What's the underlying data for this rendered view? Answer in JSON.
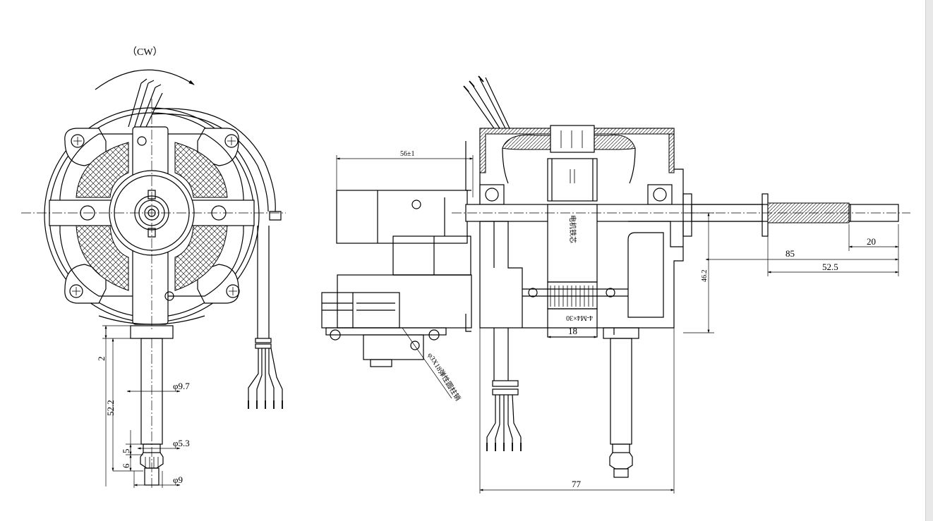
{
  "front_view": {
    "rotation_label": "（CW）",
    "dim_2": "2",
    "dim_52_2": "52.2",
    "dim_phi_9_7": "φ9.7",
    "dim_5": "5",
    "dim_6": "6",
    "dim_phi_5_3": "φ5.3",
    "dim_phi_9": "φ9"
  },
  "side_view": {
    "dim_56": "56±1",
    "dim_20": "20",
    "dim_85": "85",
    "dim_52_5": "52.5",
    "dim_46_2": "46.2",
    "dim_18": "18",
    "dim_77": "77",
    "screw_note": "4-M4×30",
    "leader_note": "φ3X18弹性圆柱销",
    "stack_text": "电机铁芯"
  }
}
